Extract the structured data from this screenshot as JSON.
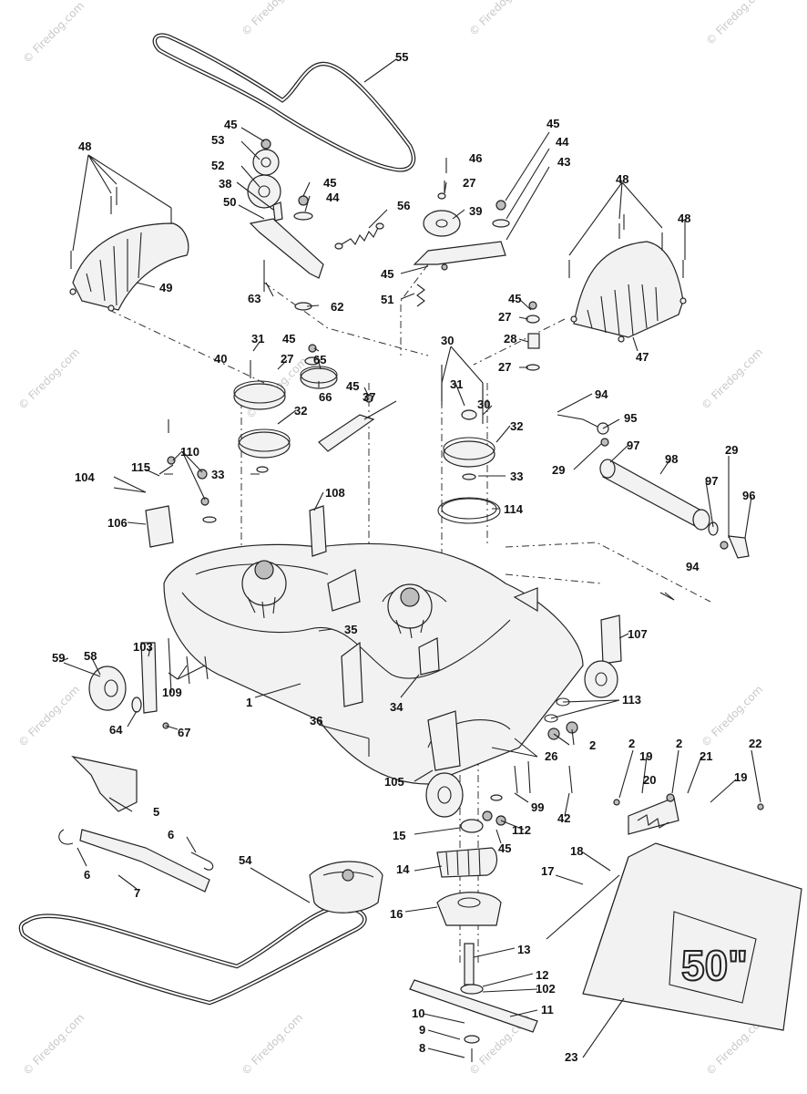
{
  "watermark": "© Firedog.com",
  "deck_size_label": "50\"",
  "callouts": [
    {
      "id": "c55",
      "text": "55"
    },
    {
      "id": "c45a",
      "text": "45"
    },
    {
      "id": "c53",
      "text": "53"
    },
    {
      "id": "c52",
      "text": "52"
    },
    {
      "id": "c38",
      "text": "38"
    },
    {
      "id": "c45b",
      "text": "45"
    },
    {
      "id": "c44a",
      "text": "44"
    },
    {
      "id": "c50",
      "text": "50"
    },
    {
      "id": "c56",
      "text": "56"
    },
    {
      "id": "c63",
      "text": "63"
    },
    {
      "id": "c62",
      "text": "62"
    },
    {
      "id": "c48a",
      "text": "48"
    },
    {
      "id": "c49",
      "text": "49"
    },
    {
      "id": "c46",
      "text": "46"
    },
    {
      "id": "c27a",
      "text": "27"
    },
    {
      "id": "c39",
      "text": "39"
    },
    {
      "id": "c45c",
      "text": "45"
    },
    {
      "id": "c44b",
      "text": "44"
    },
    {
      "id": "c43",
      "text": "43"
    },
    {
      "id": "c45d",
      "text": "45"
    },
    {
      "id": "c51",
      "text": "51"
    },
    {
      "id": "c48b",
      "text": "48"
    },
    {
      "id": "c48c",
      "text": "48"
    },
    {
      "id": "c47",
      "text": "47"
    },
    {
      "id": "c31a",
      "text": "31"
    },
    {
      "id": "c45e",
      "text": "45"
    },
    {
      "id": "c40",
      "text": "40"
    },
    {
      "id": "c27b",
      "text": "27"
    },
    {
      "id": "c65",
      "text": "65"
    },
    {
      "id": "c66",
      "text": "66"
    },
    {
      "id": "c45f",
      "text": "45"
    },
    {
      "id": "c37",
      "text": "37"
    },
    {
      "id": "c32a",
      "text": "32"
    },
    {
      "id": "c33a",
      "text": "33"
    },
    {
      "id": "c45g",
      "text": "45"
    },
    {
      "id": "c27c",
      "text": "27"
    },
    {
      "id": "c28",
      "text": "28"
    },
    {
      "id": "c27d",
      "text": "27"
    },
    {
      "id": "c30a",
      "text": "30"
    },
    {
      "id": "c31b",
      "text": "31"
    },
    {
      "id": "c30b",
      "text": "30"
    },
    {
      "id": "c32b",
      "text": "32"
    },
    {
      "id": "c33b",
      "text": "33"
    },
    {
      "id": "c114",
      "text": "114"
    },
    {
      "id": "c94a",
      "text": "94"
    },
    {
      "id": "c95",
      "text": "95"
    },
    {
      "id": "c29a",
      "text": "29"
    },
    {
      "id": "c97a",
      "text": "97"
    },
    {
      "id": "c98",
      "text": "98"
    },
    {
      "id": "c29b",
      "text": "29"
    },
    {
      "id": "c97b",
      "text": "97"
    },
    {
      "id": "c96",
      "text": "96"
    },
    {
      "id": "c110",
      "text": "110"
    },
    {
      "id": "c104",
      "text": "104"
    },
    {
      "id": "c115",
      "text": "115"
    },
    {
      "id": "c106",
      "text": "106"
    },
    {
      "id": "c108",
      "text": "108"
    },
    {
      "id": "c94b",
      "text": "94"
    },
    {
      "id": "c35",
      "text": "35"
    },
    {
      "id": "c107",
      "text": "107"
    },
    {
      "id": "c59",
      "text": "59"
    },
    {
      "id": "c58",
      "text": "58"
    },
    {
      "id": "c103",
      "text": "103"
    },
    {
      "id": "c109",
      "text": "109"
    },
    {
      "id": "c1",
      "text": "1"
    },
    {
      "id": "c34",
      "text": "34"
    },
    {
      "id": "c113",
      "text": "113"
    },
    {
      "id": "c64",
      "text": "64"
    },
    {
      "id": "c67",
      "text": "67"
    },
    {
      "id": "c36",
      "text": "36"
    },
    {
      "id": "c26",
      "text": "26"
    },
    {
      "id": "c2a",
      "text": "2"
    },
    {
      "id": "c105",
      "text": "105"
    },
    {
      "id": "c2b",
      "text": "2"
    },
    {
      "id": "c19a",
      "text": "19"
    },
    {
      "id": "c2c",
      "text": "2"
    },
    {
      "id": "c21",
      "text": "21"
    },
    {
      "id": "c22",
      "text": "22"
    },
    {
      "id": "c20",
      "text": "20"
    },
    {
      "id": "c19b",
      "text": "19"
    },
    {
      "id": "c99",
      "text": "99"
    },
    {
      "id": "c42",
      "text": "42"
    },
    {
      "id": "c5",
      "text": "5"
    },
    {
      "id": "c15",
      "text": "15"
    },
    {
      "id": "c112",
      "text": "112"
    },
    {
      "id": "c45h",
      "text": "45"
    },
    {
      "id": "c6a",
      "text": "6"
    },
    {
      "id": "c54",
      "text": "54"
    },
    {
      "id": "c14",
      "text": "14"
    },
    {
      "id": "c18",
      "text": "18"
    },
    {
      "id": "c17",
      "text": "17"
    },
    {
      "id": "c6b",
      "text": "6"
    },
    {
      "id": "c7",
      "text": "7"
    },
    {
      "id": "c16",
      "text": "16"
    },
    {
      "id": "c13",
      "text": "13"
    },
    {
      "id": "c12",
      "text": "12"
    },
    {
      "id": "c102",
      "text": "102"
    },
    {
      "id": "c11",
      "text": "11"
    },
    {
      "id": "c10",
      "text": "10"
    },
    {
      "id": "c9",
      "text": "9"
    },
    {
      "id": "c8",
      "text": "8"
    },
    {
      "id": "c23",
      "text": "23"
    }
  ]
}
